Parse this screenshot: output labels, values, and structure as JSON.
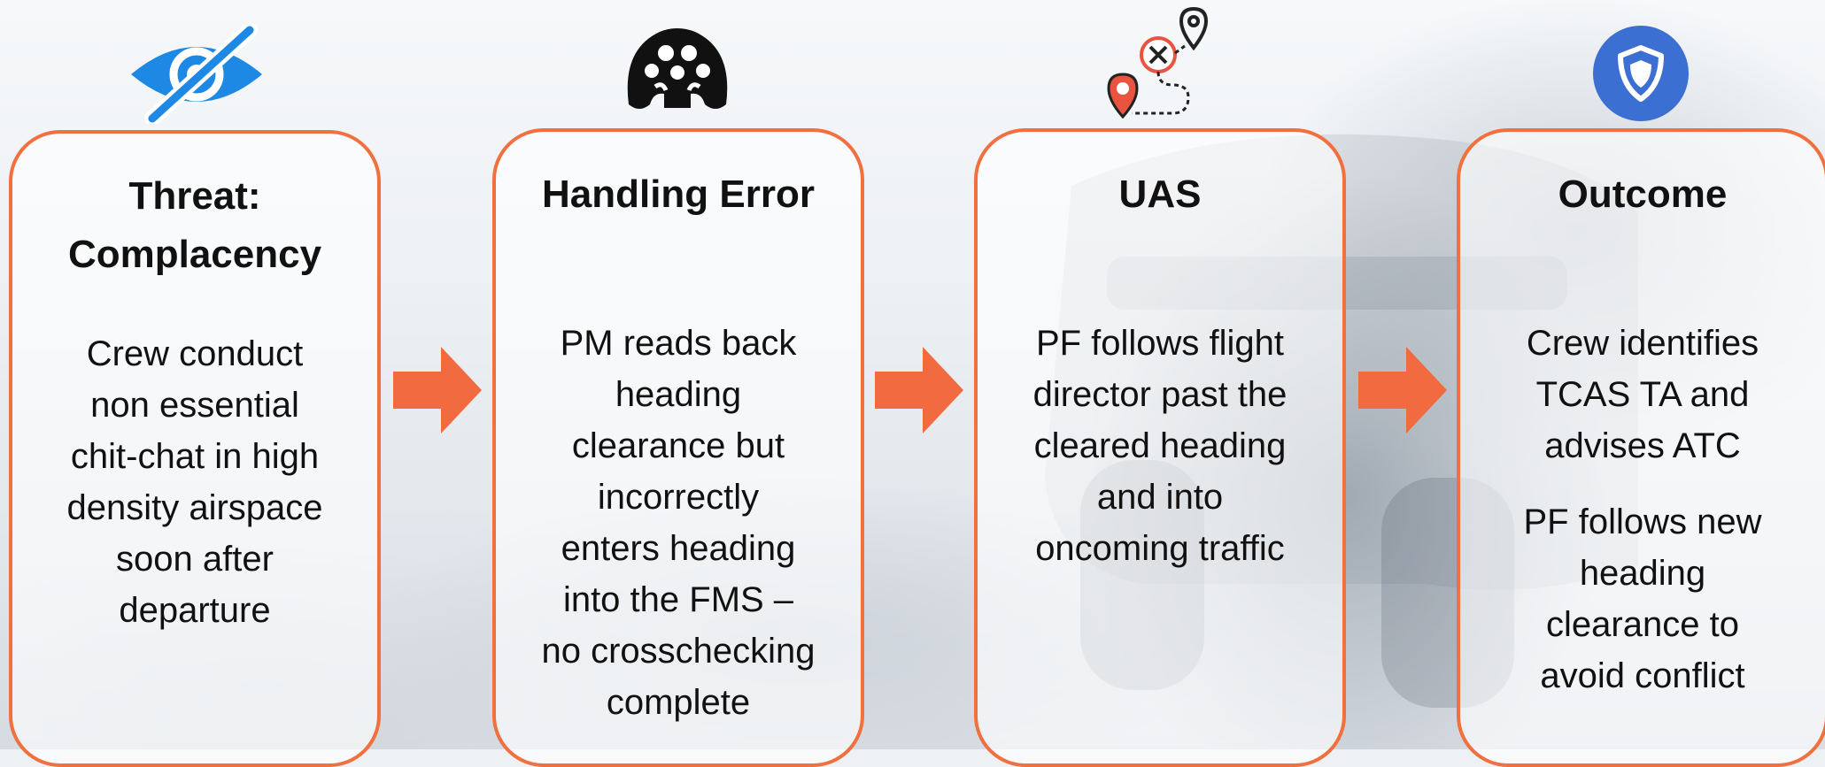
{
  "colors": {
    "box_border": "#f0703f",
    "arrow": "#f26a3f",
    "eye_icon": "#1e88e5",
    "shield_bg": "#3b6fd1",
    "pin_red": "#e8543f"
  },
  "icons": [
    "eye-slash-icon",
    "brain-icon",
    "route-pins-icon",
    "shield-icon"
  ],
  "boxes": [
    {
      "title": "Threat: Complacency",
      "lines": [
        "Crew conduct",
        "non essential",
        "chit-chat in high",
        "density airspace",
        "soon after",
        "departure"
      ]
    },
    {
      "title": "Handling Error",
      "lines": [
        "PM reads back",
        "heading",
        "clearance but",
        "incorrectly",
        "enters heading",
        "into the FMS –",
        "no crosschecking",
        "complete"
      ]
    },
    {
      "title": "UAS",
      "lines": [
        "PF follows flight",
        "director past the",
        "cleared heading",
        "and into",
        "oncoming traffic"
      ]
    },
    {
      "title": "Outcome",
      "lines": [
        "Crew identifies",
        "TCAS TA and",
        "advises ATC"
      ],
      "lines2": [
        "PF follows new",
        "heading",
        "clearance to",
        "avoid conflict"
      ]
    }
  ]
}
